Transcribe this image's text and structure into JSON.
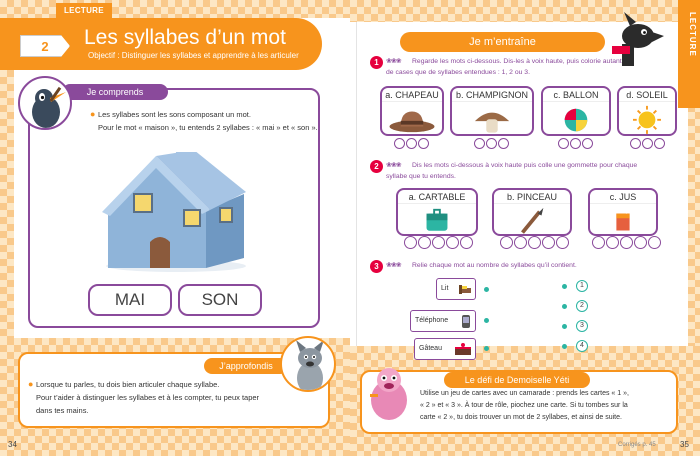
{
  "left_page": {
    "section_tab": "LECTURE",
    "lesson_number": "2",
    "title": "Les syllabes d’un mot",
    "objective": "Objectif : Distinguer les syllabes et apprendre à les articuler",
    "je_comprends": {
      "label": "Je comprends",
      "line1": "Les syllabes sont les sons composant un mot.",
      "line2": "Pour le mot « maison », tu entends 2 syllabes : « mai » et « son ».",
      "syllables": [
        "MAI",
        "SON"
      ]
    },
    "japprofondis": {
      "label": "J’approfondis",
      "lines": [
        "Lorsque tu parles, tu dois bien articuler chaque syllabe.",
        "Pour t’aider à distinguer les syllabes et à les compter, tu peux taper",
        "dans tes mains."
      ]
    },
    "page_number": "34"
  },
  "right_page": {
    "side_tab": "LECTURE",
    "header": "Je m’entraîne",
    "exercises": [
      {
        "number": "1",
        "stars": "❀❀❀",
        "instruction_lines": [
          "Regarde les mots ci-dessous. Dis-les à voix haute, puis colorie autant",
          "de cases que de syllabes entendues : 1, 2 ou 3."
        ],
        "words": [
          "a. CHAPEAU",
          "b. CHAMPIGNON",
          "c. BALLON",
          "d. SOLEIL"
        ]
      },
      {
        "number": "2",
        "stars": "❀❀❀",
        "instruction_lines": [
          "Dis les mots ci-dessous à voix haute puis colle une gommette pour chaque",
          "syllabe que tu entends."
        ],
        "words": [
          "a. CARTABLE",
          "b. PINCEAU",
          "c. JUS"
        ]
      },
      {
        "number": "3",
        "stars": "❀❀❀",
        "instruction_lines": [
          "Relie chaque mot au nombre de syllabes qu’il contient."
        ],
        "words": [
          "Lit",
          "Téléphone",
          "Gâteau"
        ],
        "numbers": [
          "1",
          "2",
          "3",
          "4"
        ]
      }
    ],
    "defi": {
      "label": "Le défi de Demoiselle Yéti",
      "lines": [
        "Utilise un jeu de cartes avec un camarade : prends les cartes « 1 »,",
        "« 2 » et « 3 ». À tour de rôle, piochez une carte. Si tu tombes sur la",
        "carte « 2 », tu dois trouver un mot de 2 syllabes, et ainsi de suite."
      ]
    },
    "corriges": "Corrigés p. 45",
    "page_number": "35"
  },
  "colors": {
    "orange": "#f7941d",
    "purple": "#8a4a9b",
    "red": "#e6003e",
    "teal": "#2cb5a3"
  }
}
